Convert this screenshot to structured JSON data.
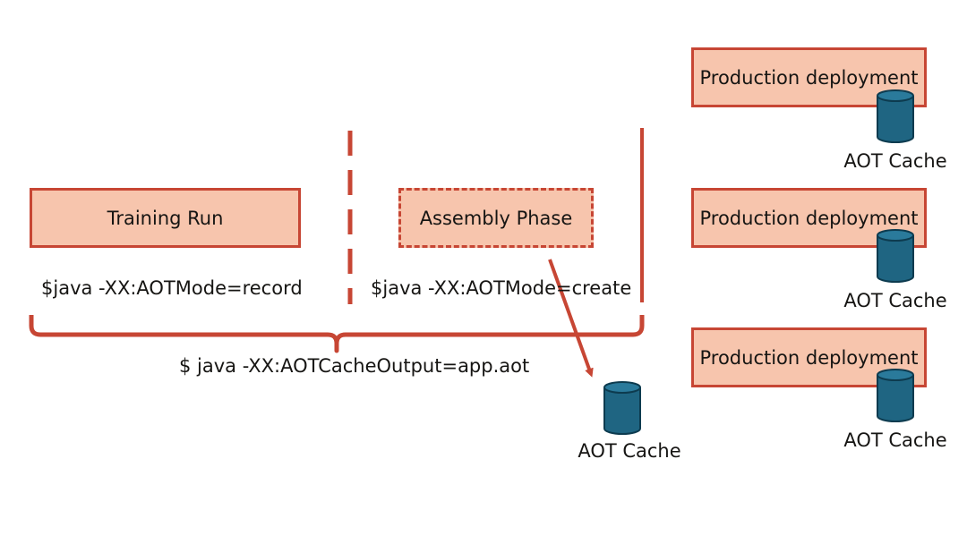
{
  "training": {
    "title": "Training Run",
    "command": "$java -XX:AOTMode=record"
  },
  "assembly": {
    "title": "Assembly Phase",
    "command": "$java -XX:AOTMode=create"
  },
  "combined_command": "$ java -XX:AOTCacheOutput=app.aot",
  "output_cache": {
    "label": "AOT Cache"
  },
  "deployments": [
    {
      "title": "Production deployment",
      "cache_label": "AOT Cache"
    },
    {
      "title": "Production deployment",
      "cache_label": "AOT Cache"
    },
    {
      "title": "Production deployment",
      "cache_label": "AOT Cache"
    }
  ],
  "colors": {
    "accent": "#c74634",
    "box_fill": "#f7c5ad",
    "cylinder": "#1f6582",
    "text": "#161513"
  },
  "icons": {
    "cache": "database-cylinder-icon"
  }
}
